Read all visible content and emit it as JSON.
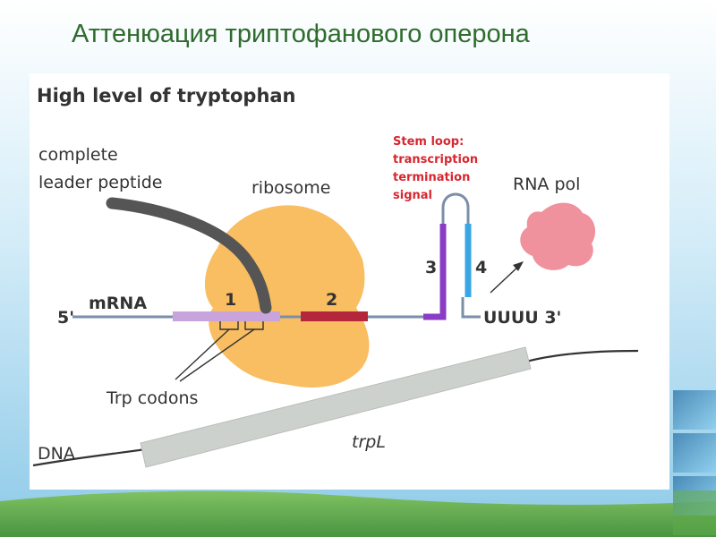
{
  "slide_title": "Аттенюация триптофанового оперона",
  "figure": {
    "heading": "High level of tryptophan",
    "labels": {
      "complete_leader_line1": "complete",
      "complete_leader_line2": "leader peptide",
      "ribosome": "ribosome",
      "mrna": "mRNA",
      "five_prime": "5'",
      "region1": "1",
      "region2": "2",
      "region3": "3",
      "region4": "4",
      "uuuu": "UUUU 3'",
      "rna_pol": "RNA pol",
      "trp_codons": "Trp codons",
      "dna": "DNA",
      "trpl": "trpL"
    },
    "stem_loop": {
      "line1": "Stem loop:",
      "line2": "transcription",
      "line3": "termination",
      "line4": "signal"
    }
  },
  "colors": {
    "title": "#2e6b2c",
    "stem_loop_text": "#d8262f",
    "ribosome": "#f9bd62",
    "leader_peptide": "#555555",
    "region1": "#c9a4dc",
    "region2": "#b3263c",
    "region3": "#8a3cc4",
    "region4": "#3aa6e4",
    "rna_pol": "#ef929e",
    "dna_gene": "#cdd1cd"
  }
}
